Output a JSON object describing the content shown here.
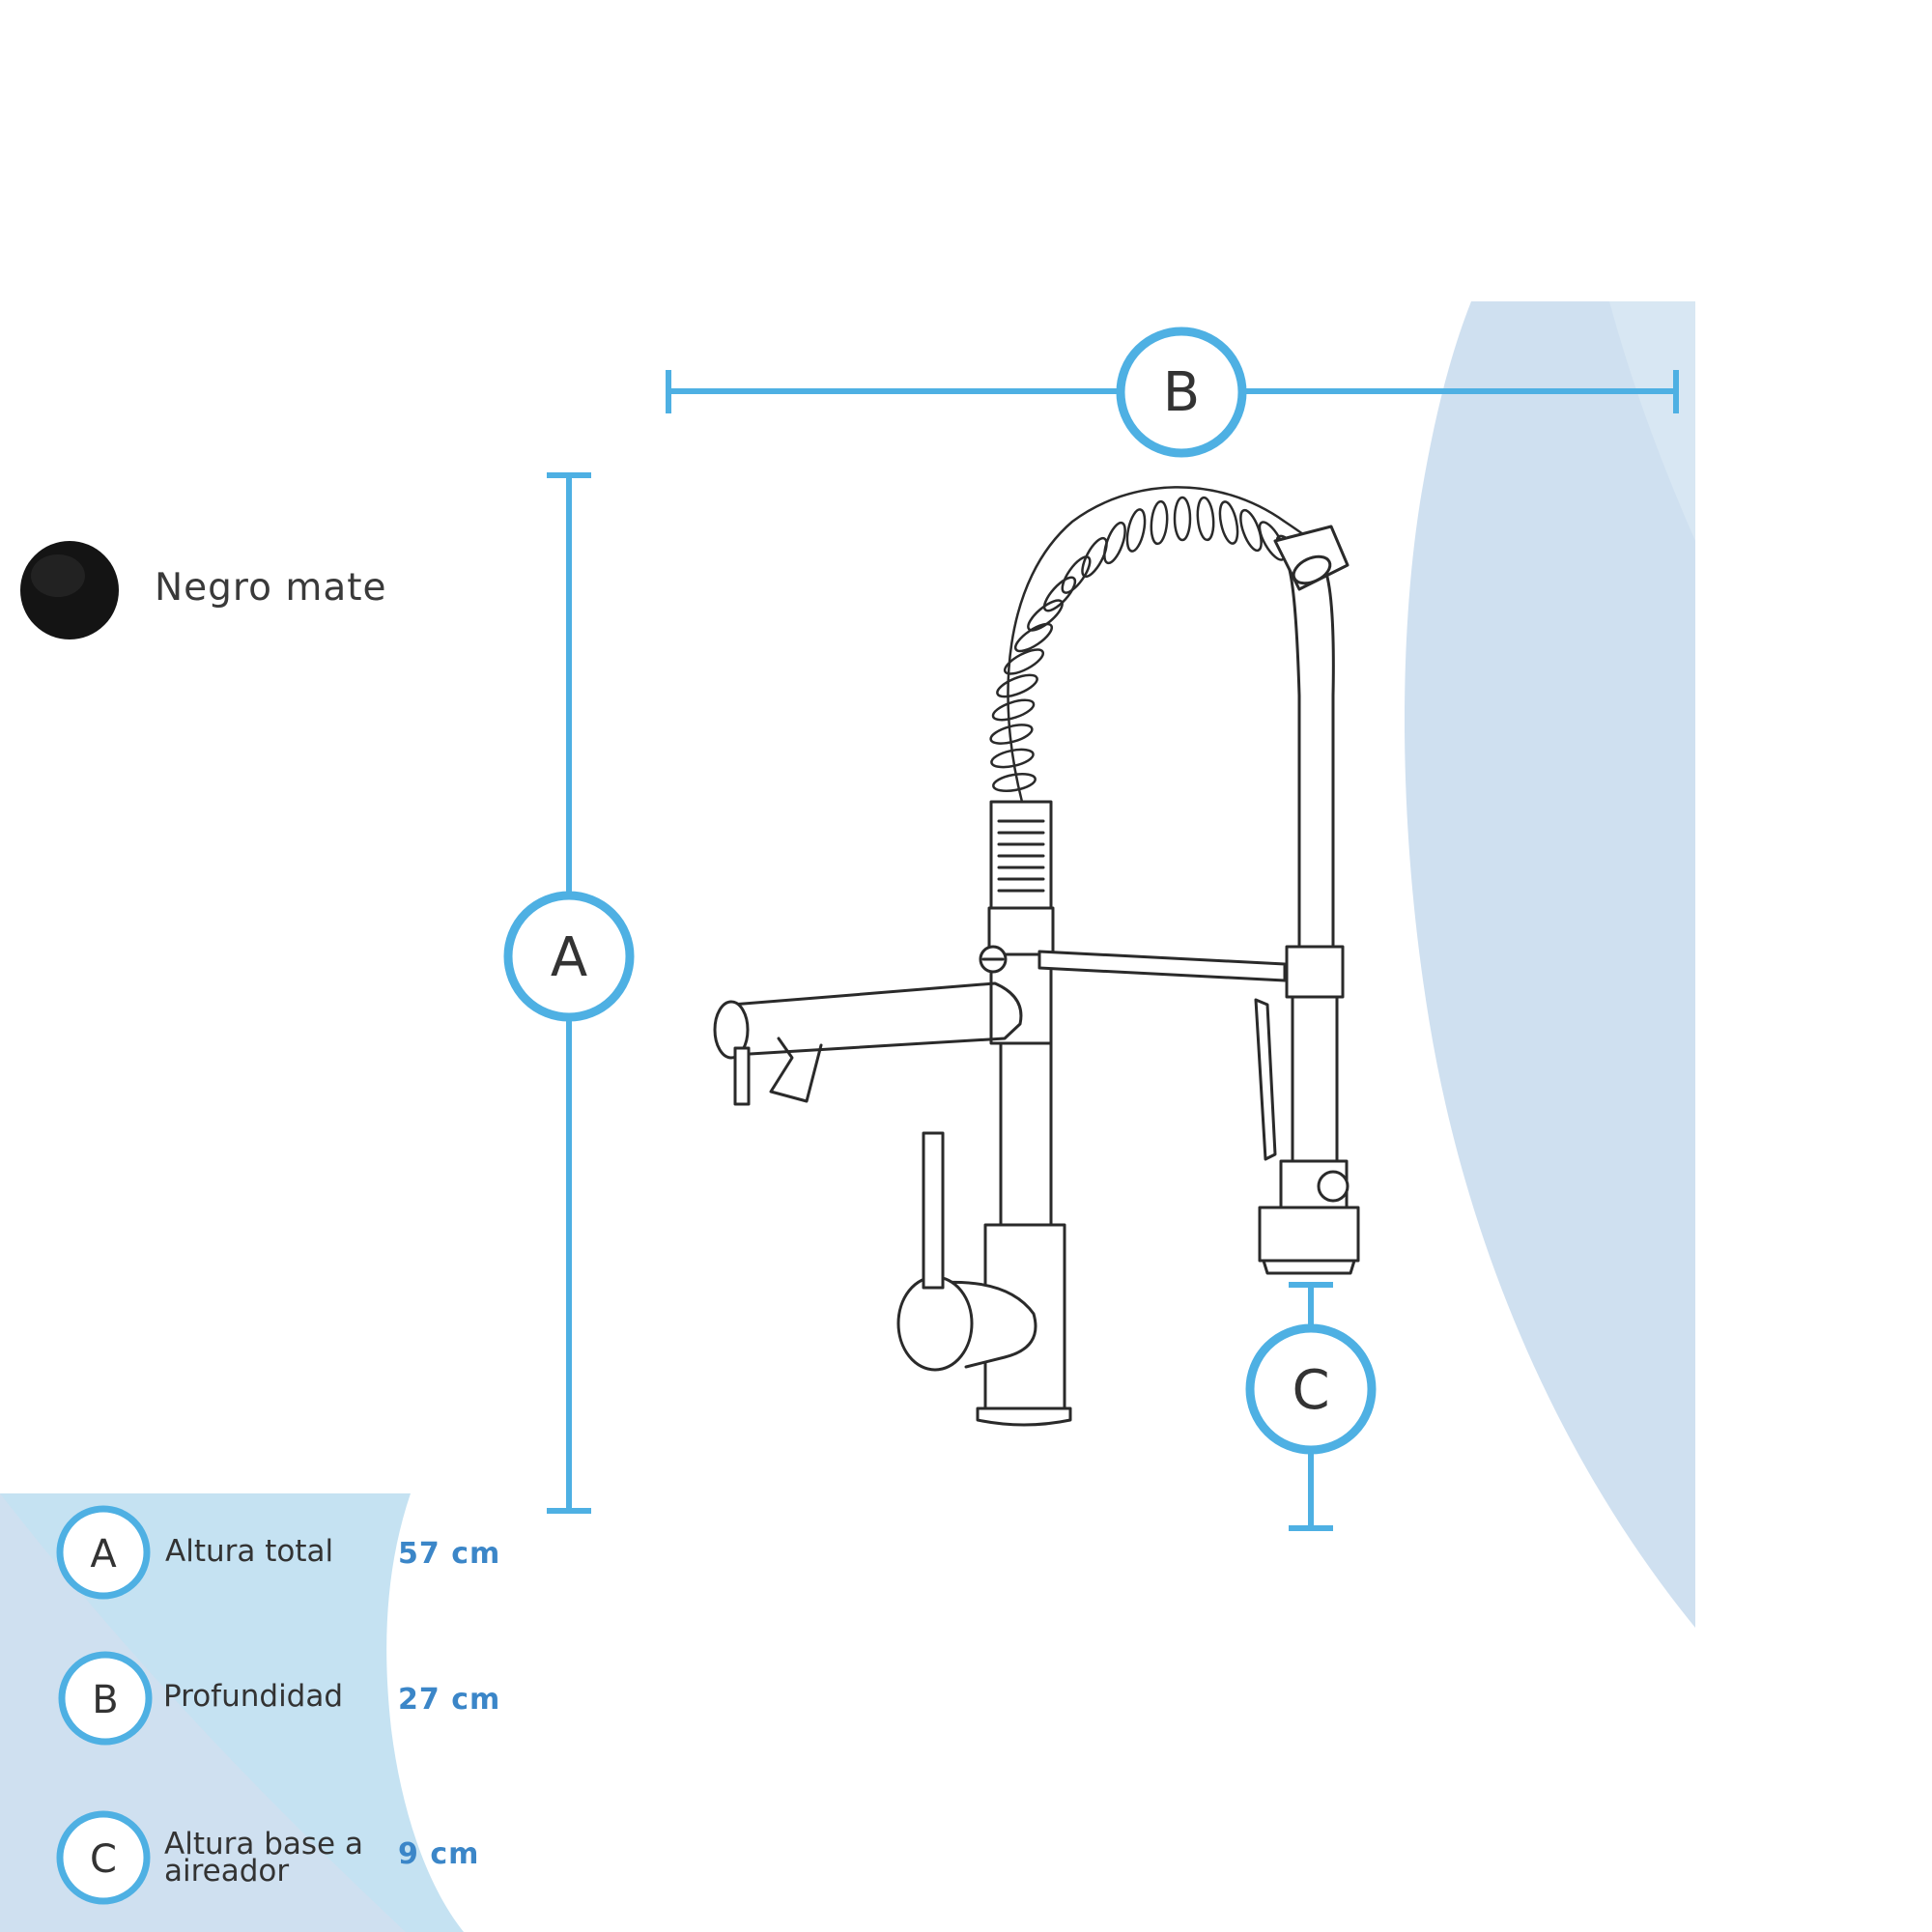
{
  "finish": {
    "label": "Negro mate",
    "swatch_color": "#141414"
  },
  "dimension_markers": {
    "A": "A",
    "B": "B",
    "C": "C"
  },
  "specs": [
    {
      "letter": "A",
      "label": "Altura total",
      "value": "57 cm"
    },
    {
      "letter": "B",
      "label": "Profundidad",
      "value": "27 cm"
    },
    {
      "letter": "C",
      "label_line1": "Altura base a",
      "label_line2": "aireador",
      "value": "9 cm"
    }
  ],
  "colors": {
    "accent_blue": "#4eb0e3",
    "value_blue": "#3b86c8",
    "panel_light_blue": "#cfe0f0",
    "panel_lighter_blue": "#c5e2f2",
    "line_art": "#2a2a2a"
  },
  "icons": [
    "faucet-drawing",
    "dimension-arrow-icon",
    "color-swatch-icon"
  ]
}
